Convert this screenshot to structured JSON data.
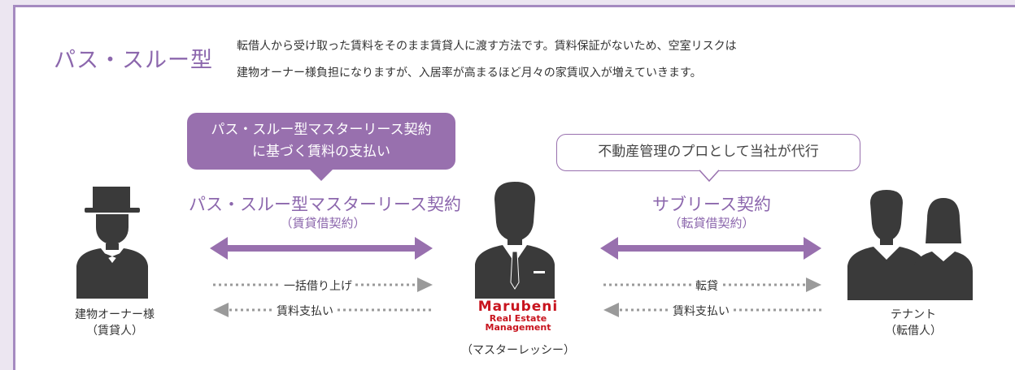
{
  "header": {
    "title": "パス・スルー型",
    "description_line1": "転借人から受け取った賃料をそのまま賃貸人に渡す方法です。賃料保証がないため、空室リスクは",
    "description_line2": "建物オーナー様負担になりますが、入居率が高まるほど月々の家賃収入が増えていきます。"
  },
  "left_contract": {
    "callout_line1": "パス・スルー型マスターリース契約",
    "callout_line2": "に基づく賃料の支払い",
    "title": "パス・スルー型マスターリース契約",
    "subtitle": "（賃貸借契約）",
    "flow_right": "一括借り上げ",
    "flow_left": "賃料支払い"
  },
  "right_contract": {
    "callout": "不動産管理のプロとして当社が代行",
    "title": "サブリース契約",
    "subtitle": "（転貸借契約）",
    "flow_right": "転貸",
    "flow_left": "賃料支払い"
  },
  "parties": {
    "owner_line1": "建物オーナー様",
    "owner_line2": "（賃貸人）",
    "master_logo_line1": "Marubeni",
    "master_logo_line2": "Real Estate",
    "master_logo_line3": "Management",
    "master_label": "（マスターレッシー）",
    "tenant_line1": "テナント",
    "tenant_line2": "（転借人）"
  },
  "colors": {
    "accent": "#9870ae",
    "figure": "#3a3a3a",
    "dotted": "#9a9a9a",
    "logo": "#c8141e"
  }
}
